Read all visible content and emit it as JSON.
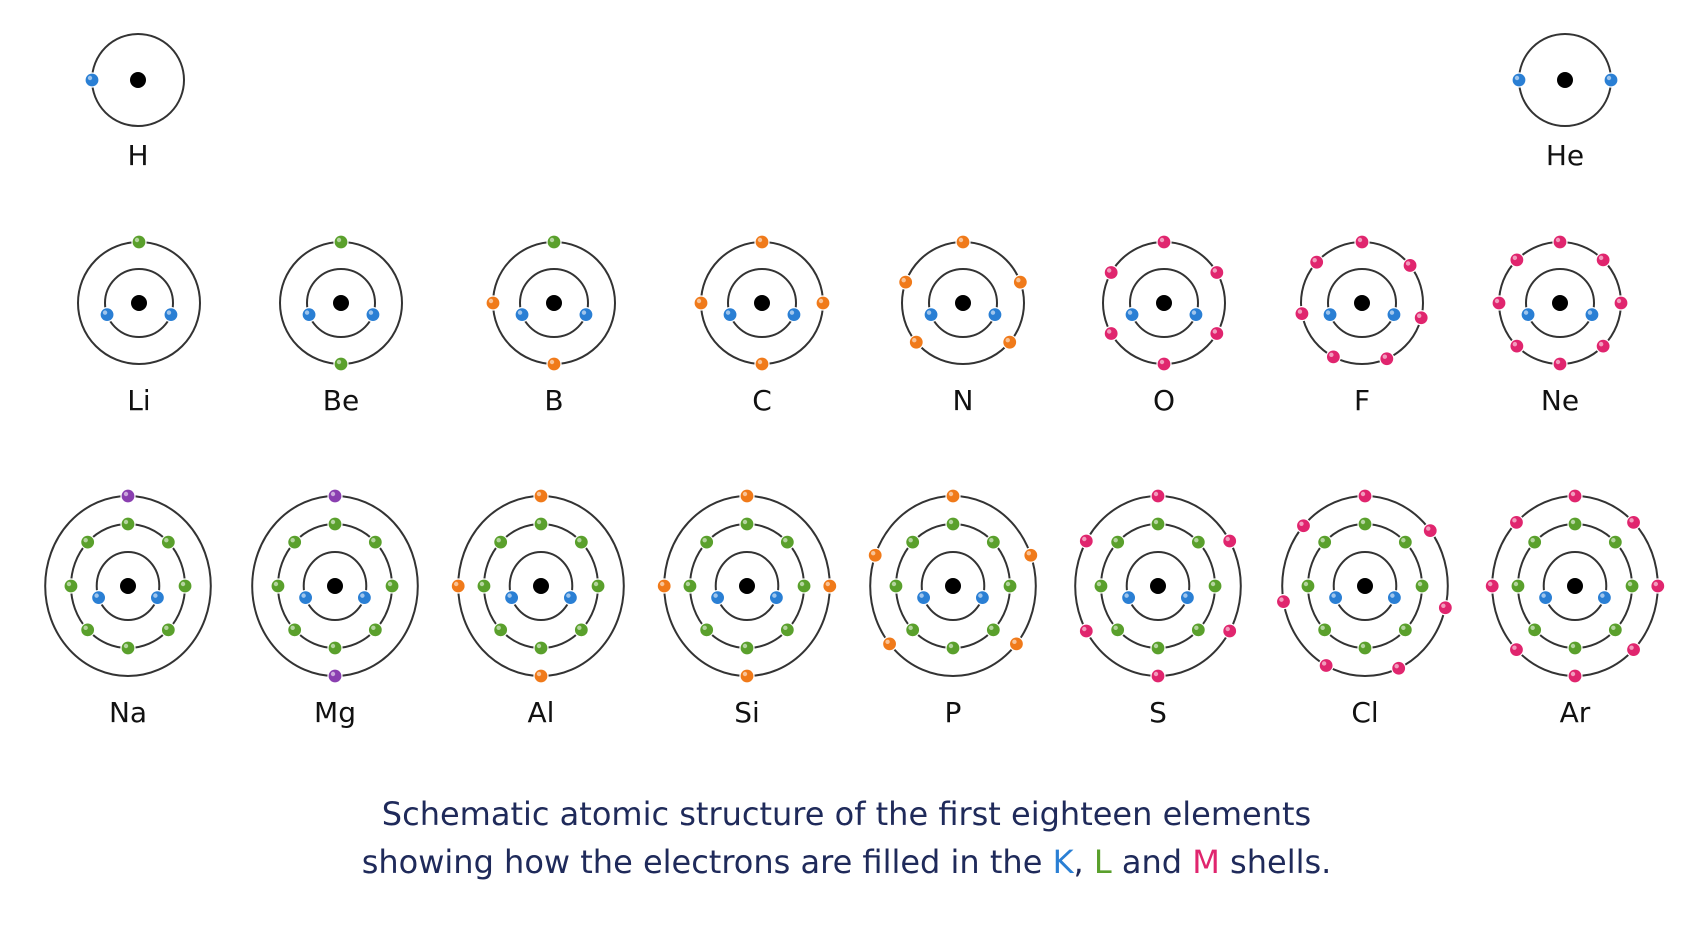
{
  "colors": {
    "K": "#2a7fd4",
    "L": "#5aa02c",
    "M_orange": "#f07a1a",
    "M_pink": "#e0256e",
    "valence_purple": "#8a3fb0",
    "nucleus": "#000000",
    "orbit": "#333333",
    "caption": "#1f2a5a"
  },
  "elements": [
    {
      "symbol": "H",
      "shells": [
        1
      ],
      "colors": [
        "blue"
      ]
    },
    {
      "symbol": "He",
      "shells": [
        2
      ],
      "colors": [
        "blue"
      ]
    },
    {
      "symbol": "Li",
      "shells": [
        2,
        1
      ],
      "colors": [
        "blue",
        "green"
      ]
    },
    {
      "symbol": "Be",
      "shells": [
        2,
        2
      ],
      "colors": [
        "blue",
        "green"
      ]
    },
    {
      "symbol": "B",
      "shells": [
        2,
        3
      ],
      "colors": [
        "blue",
        "mixed_green_orange"
      ]
    },
    {
      "symbol": "C",
      "shells": [
        2,
        4
      ],
      "colors": [
        "blue",
        "orange"
      ]
    },
    {
      "symbol": "N",
      "shells": [
        2,
        5
      ],
      "colors": [
        "blue",
        "orange"
      ]
    },
    {
      "symbol": "O",
      "shells": [
        2,
        6
      ],
      "colors": [
        "blue",
        "pink"
      ]
    },
    {
      "symbol": "F",
      "shells": [
        2,
        7
      ],
      "colors": [
        "blue",
        "pink"
      ]
    },
    {
      "symbol": "Ne",
      "shells": [
        2,
        8
      ],
      "colors": [
        "blue",
        "pink"
      ]
    },
    {
      "symbol": "Na",
      "shells": [
        2,
        8,
        1
      ],
      "colors": [
        "blue",
        "green",
        "purple"
      ]
    },
    {
      "symbol": "Mg",
      "shells": [
        2,
        8,
        2
      ],
      "colors": [
        "blue",
        "green",
        "purple"
      ]
    },
    {
      "symbol": "Al",
      "shells": [
        2,
        8,
        3
      ],
      "colors": [
        "blue",
        "green",
        "orange"
      ]
    },
    {
      "symbol": "Si",
      "shells": [
        2,
        8,
        4
      ],
      "colors": [
        "blue",
        "green",
        "orange"
      ]
    },
    {
      "symbol": "P",
      "shells": [
        2,
        8,
        5
      ],
      "colors": [
        "blue",
        "green",
        "orange"
      ]
    },
    {
      "symbol": "S",
      "shells": [
        2,
        8,
        6
      ],
      "colors": [
        "blue",
        "green",
        "pink"
      ]
    },
    {
      "symbol": "Cl",
      "shells": [
        2,
        8,
        7
      ],
      "colors": [
        "blue",
        "green",
        "pink"
      ]
    },
    {
      "symbol": "Ar",
      "shells": [
        2,
        8,
        8
      ],
      "colors": [
        "blue",
        "green",
        "pink"
      ]
    }
  ],
  "caption": {
    "line1": "Schematic atomic structure of the first eighteen elements",
    "line2_prefix": "showing how the electrons are filled in the ",
    "K": "K",
    "comma": ", ",
    "L": "L",
    "and": " and ",
    "M": "M",
    "suffix": " shells."
  }
}
